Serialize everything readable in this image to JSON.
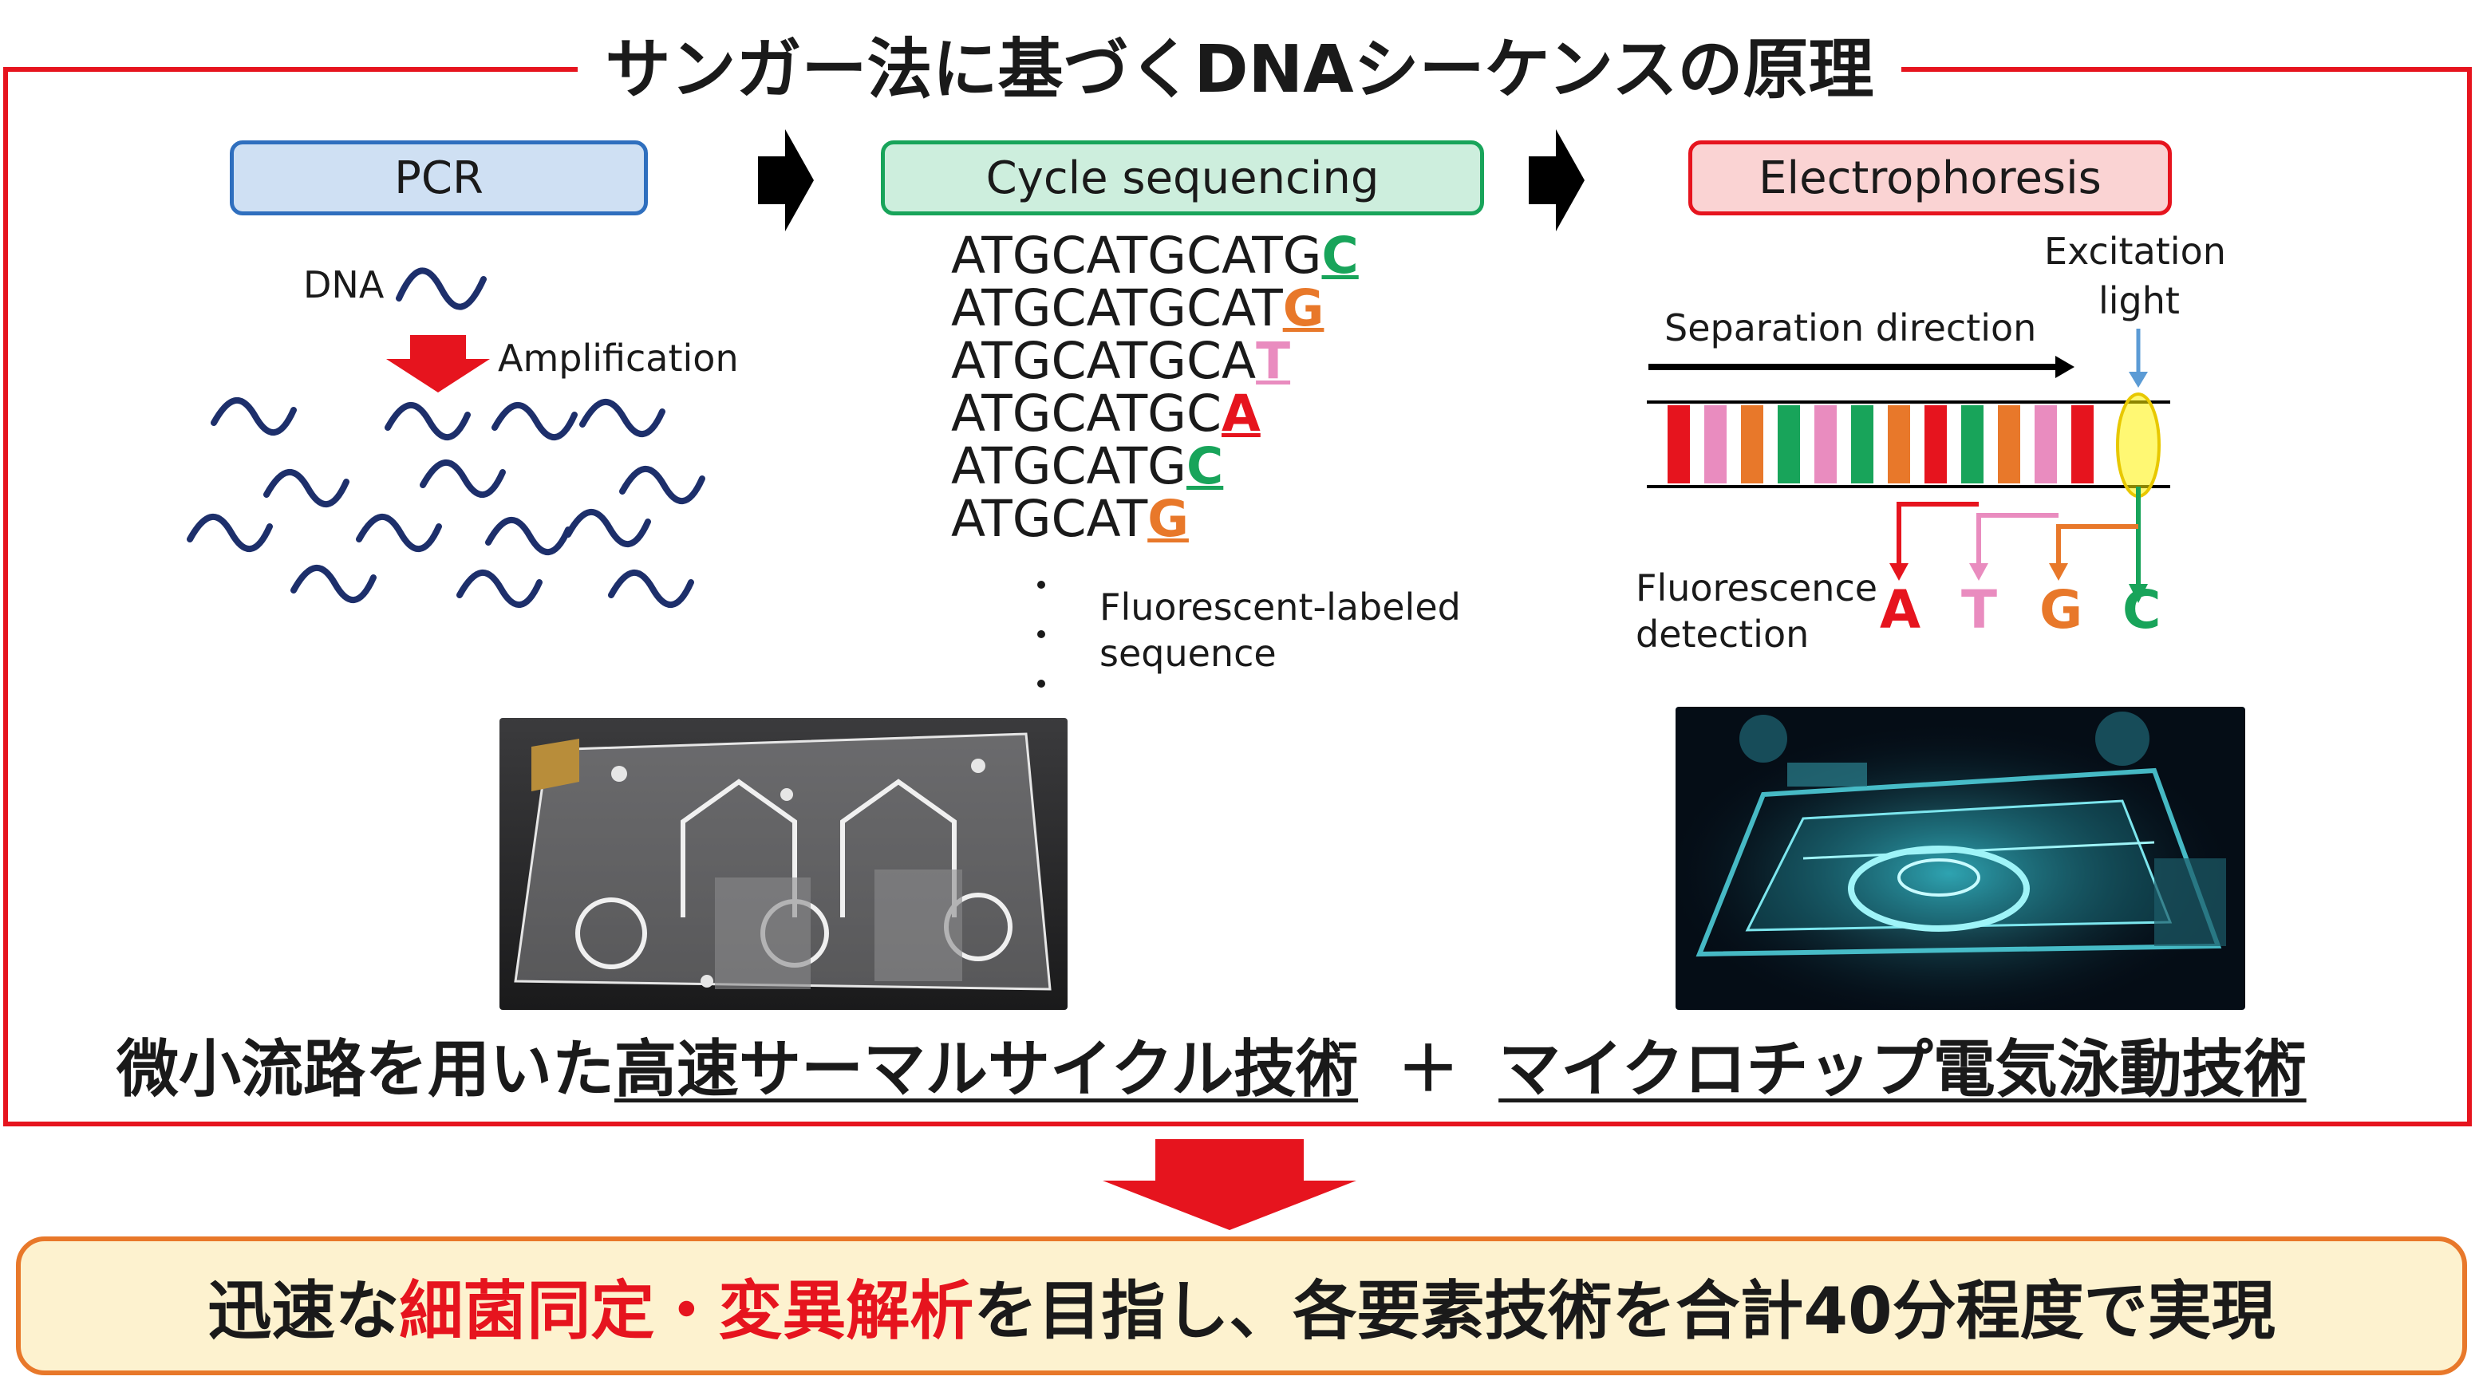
{
  "title": "サンガー法に基づくDNAシーケンスの原理",
  "stages": {
    "pcr": "PCR",
    "cycle": "Cycle sequencing",
    "electro": "Electrophoresis"
  },
  "pcr": {
    "dna_label": "DNA",
    "amplification_label": "Amplification"
  },
  "cycle": {
    "sequences": [
      {
        "prefix": "ATGCATGCATG",
        "base": "C"
      },
      {
        "prefix": "ATGCATGCAT",
        "base": "G"
      },
      {
        "prefix": "ATGCATGCA",
        "base": "T"
      },
      {
        "prefix": "ATGCATGC",
        "base": "A"
      },
      {
        "prefix": "ATGCATG",
        "base": "C"
      },
      {
        "prefix": "ATGCAT",
        "base": "G"
      }
    ],
    "note_line1": "Fluorescent-labeled",
    "note_line2": "sequence"
  },
  "electro": {
    "separation_label": "Separation direction",
    "excitation_line1": "Excitation",
    "excitation_line2": "light",
    "detection_line1": "Fluorescence",
    "detection_line2": "detection",
    "bases": [
      "A",
      "T",
      "G",
      "C"
    ]
  },
  "colors": {
    "A": "#e6141e",
    "T": "#e98cbf",
    "G": "#e8782a",
    "C": "#18a45a",
    "frame": "#e6141e",
    "wave": "#1d2f6b"
  },
  "bottom": {
    "lead": "微小流路を用いた",
    "tech1": "高速サーマルサイクル技術",
    "plus": "＋",
    "tech2": "マイクロチップ電気泳動技術"
  },
  "result": {
    "part1": "迅速な",
    "highlight": "細菌同定・変異解析",
    "part2": "を目指し、各要素技術を合計40分程度で実現"
  }
}
